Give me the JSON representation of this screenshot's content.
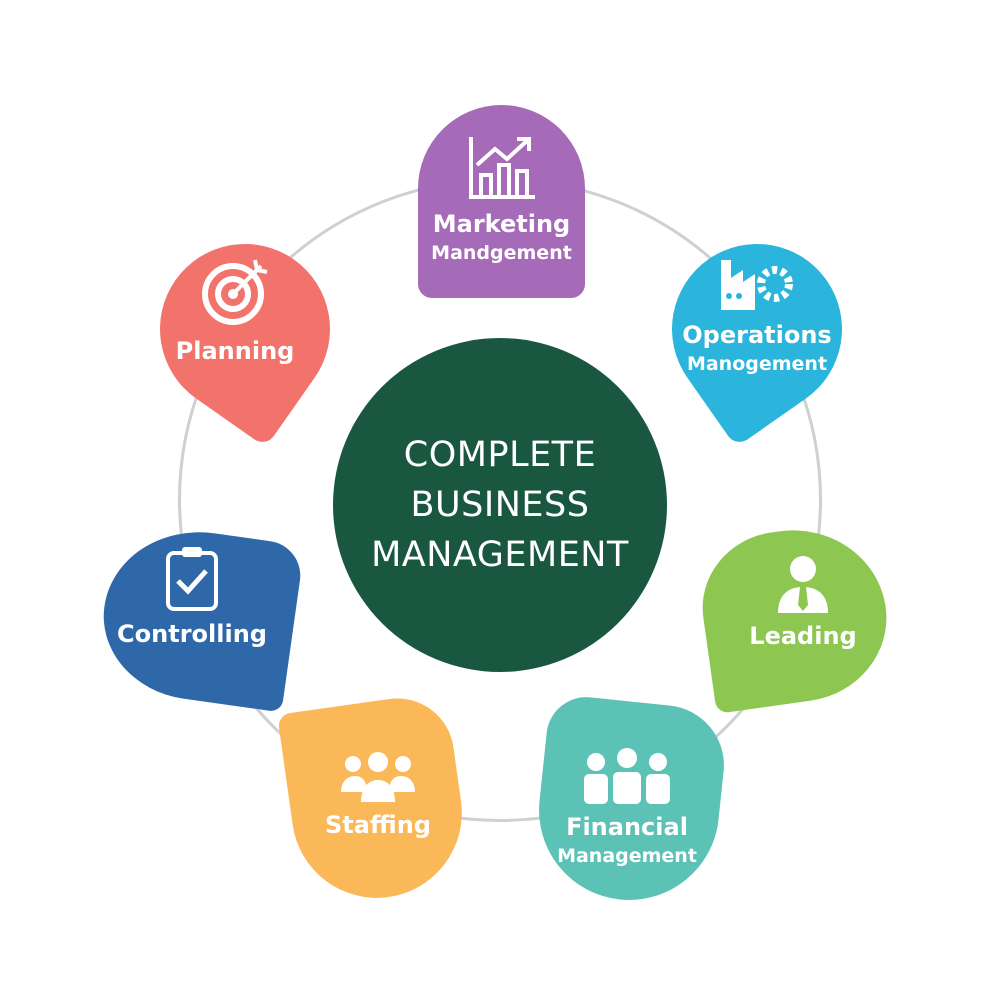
{
  "center": {
    "line1": "COMPLETE",
    "line2": "BUSINESS",
    "line3": "MANAGEMENT",
    "color": "#1A5740"
  },
  "nodes": [
    {
      "id": "marketing",
      "title": "Marketing",
      "subtitle": "Mandgement",
      "icon": "bar-chart-growth-icon",
      "color": "#A66BB8"
    },
    {
      "id": "operations",
      "title": "Operations",
      "subtitle": "Manogement",
      "icon": "factory-gear-icon",
      "color": "#2BB5DC"
    },
    {
      "id": "leading",
      "title": "Leading",
      "icon": "person-tie-icon",
      "color": "#8DC650"
    },
    {
      "id": "financial",
      "title": "Financial",
      "subtitle": "Management",
      "icon": "team-icon",
      "color": "#5CC2B5"
    },
    {
      "id": "staffing",
      "title": "Staffing",
      "icon": "people-group-icon",
      "color": "#FBB858"
    },
    {
      "id": "controlling",
      "title": "Controlling",
      "icon": "clipboard-check-icon",
      "color": "#2F68A9"
    },
    {
      "id": "planning",
      "title": "Planning",
      "icon": "target-icon",
      "color": "#F2736C"
    }
  ]
}
